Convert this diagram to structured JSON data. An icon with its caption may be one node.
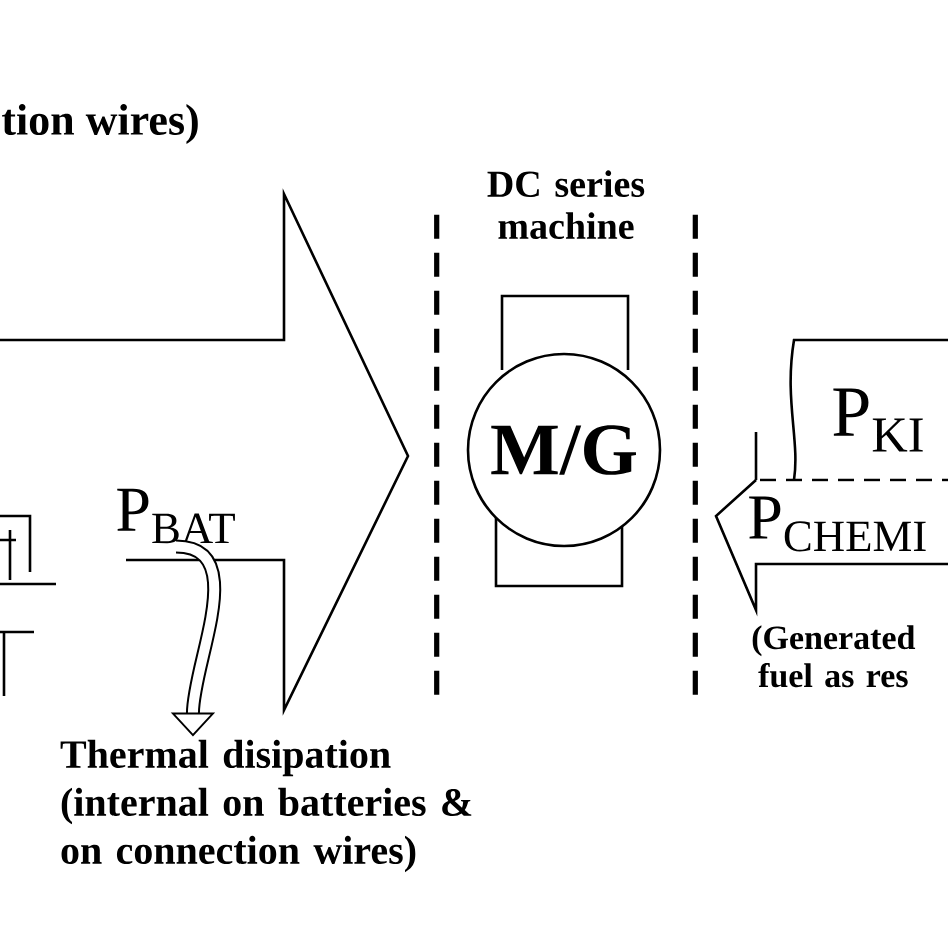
{
  "diagram": {
    "nodes": [
      {
        "text": [
          "P$_{BAT}$"
        ]
      },
      {
        "text": [
          "Thermal disipation (internal on batteries & on connection wires)"
        ]
      },
      {
        "text": [
          "DC series machine"
        ]
      },
      {
        "text": [
          "M/G"
        ],
        "in": 2
      },
      {
        "text": [
          "P$_{KI}$"
        ]
      },
      {
        "text": [
          "P$_{CHEMI}$"
        ],
        "beside": [
          "(Generated fuel as res"
        ]
      }
    ],
    "edges": [
      {
        "from": 0,
        "to": 1,
        "arrow": "to"
      }
    ],
    "labels": [
      "tion wires)"
    ]
  }
}
